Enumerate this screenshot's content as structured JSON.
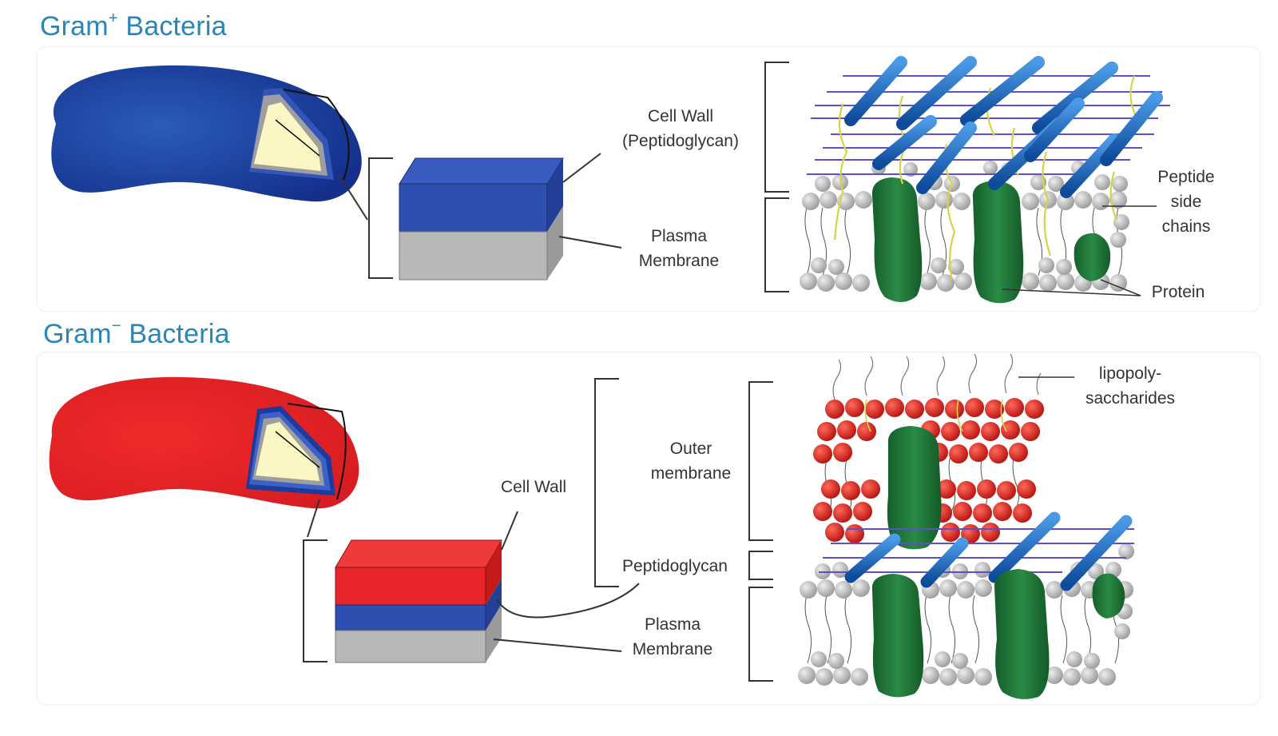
{
  "gram_positive": {
    "title_prefix": "Gram",
    "title_sup": "+",
    "title_suffix": " Bacteria",
    "labels": {
      "cell_wall_line1": "Cell Wall",
      "cell_wall_line2": "(Peptidoglycan)",
      "plasma_line1": "Plasma",
      "plasma_line2": "Membrane",
      "peptide_line1": "Peptide",
      "peptide_line2": "side",
      "peptide_line3": "chains",
      "protein": "Protein"
    }
  },
  "gram_negative": {
    "title_prefix": "Gram",
    "title_sup": "−",
    "title_suffix": " Bacteria",
    "labels": {
      "cell_wall": "Cell Wall",
      "outer_line1": "Outer",
      "outer_line2": "membrane",
      "lps_line1": "lipopoly-",
      "lps_line2": "saccharides",
      "peptidoglycan": "Peptidoglycan",
      "plasma_line1": "Plasma",
      "plasma_line2": "Membrane"
    }
  },
  "colors": {
    "gram_positive_cell": "#1f3f9a",
    "gram_negative_cell": "#e8252a",
    "cytoplasm": "#fbf7c4",
    "peptidoglycan_layer": "#2f4fb0",
    "membrane_layer": "#b8b8b8",
    "outer_membrane_layer": "#e42125",
    "lipid_head": "#bdbdbd",
    "lps_head": "#d8221e",
    "protein": "#1f7a3a",
    "glycan_strand": "#1b63b8",
    "peptide_chain": "#d8d84a",
    "title_color": "#2a86b5"
  }
}
